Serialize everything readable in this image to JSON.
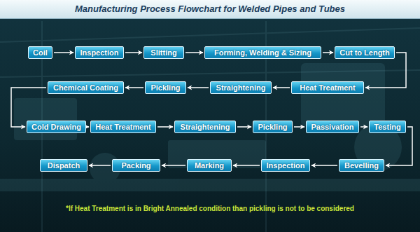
{
  "diagram": {
    "title": "Manufacturing Process Flowchart for Welded Pipes and Tubes",
    "nodes": [
      {
        "text": [
          "Coil"
        ]
      },
      {
        "text": [
          "Inspection"
        ]
      },
      {
        "text": [
          "Slitting"
        ]
      },
      {
        "text": [
          "Forming, Welding & Sizing"
        ]
      },
      {
        "text": [
          "Cut to Length"
        ]
      },
      {
        "text": [
          "Heat Treatment"
        ]
      },
      {
        "text": [
          "Straightening"
        ]
      },
      {
        "text": [
          "Pickling"
        ]
      },
      {
        "text": [
          "Chemical Coating"
        ]
      },
      {
        "text": [
          "Cold Drawing"
        ]
      },
      {
        "text": [
          "Heat Treatment"
        ]
      },
      {
        "text": [
          "Straightening"
        ]
      },
      {
        "text": [
          "Pickling"
        ]
      },
      {
        "text": [
          "Passivation"
        ]
      },
      {
        "text": [
          "Testing"
        ]
      },
      {
        "text": [
          "Bevelling"
        ]
      },
      {
        "text": [
          "Inspection"
        ]
      },
      {
        "text": [
          "Marking"
        ]
      },
      {
        "text": [
          "Packing"
        ]
      },
      {
        "text": [
          "Dispatch"
        ]
      }
    ],
    "edges": [
      {
        "from": 0,
        "to": 1,
        "arrow": "to"
      },
      {
        "from": 1,
        "to": 2,
        "arrow": "to"
      },
      {
        "from": 2,
        "to": 3,
        "arrow": "to"
      },
      {
        "from": 3,
        "to": 4,
        "arrow": "to"
      },
      {
        "from": 4,
        "to": 5,
        "arrow": "to"
      },
      {
        "from": 5,
        "to": 6,
        "arrow": "to"
      },
      {
        "from": 6,
        "to": 7,
        "arrow": "to"
      },
      {
        "from": 7,
        "to": 8,
        "arrow": "to"
      },
      {
        "from": 8,
        "to": 9,
        "arrow": "to"
      },
      {
        "from": 9,
        "to": 10,
        "arrow": "to"
      },
      {
        "from": 10,
        "to": 11,
        "arrow": "to"
      },
      {
        "from": 11,
        "to": 12,
        "arrow": "to"
      },
      {
        "from": 12,
        "to": 13,
        "arrow": "to"
      },
      {
        "from": 13,
        "to": 14,
        "arrow": "to"
      },
      {
        "from": 14,
        "to": 15,
        "arrow": "to"
      },
      {
        "from": 15,
        "to": 16,
        "arrow": "to"
      },
      {
        "from": 16,
        "to": 17,
        "arrow": "to"
      },
      {
        "from": 17,
        "to": 18,
        "arrow": "to"
      },
      {
        "from": 18,
        "to": 19,
        "arrow": "to"
      }
    ],
    "labels": [
      "*If Heat Treatment is in Bright Annealed condition than pickling is not to be considered"
    ]
  }
}
